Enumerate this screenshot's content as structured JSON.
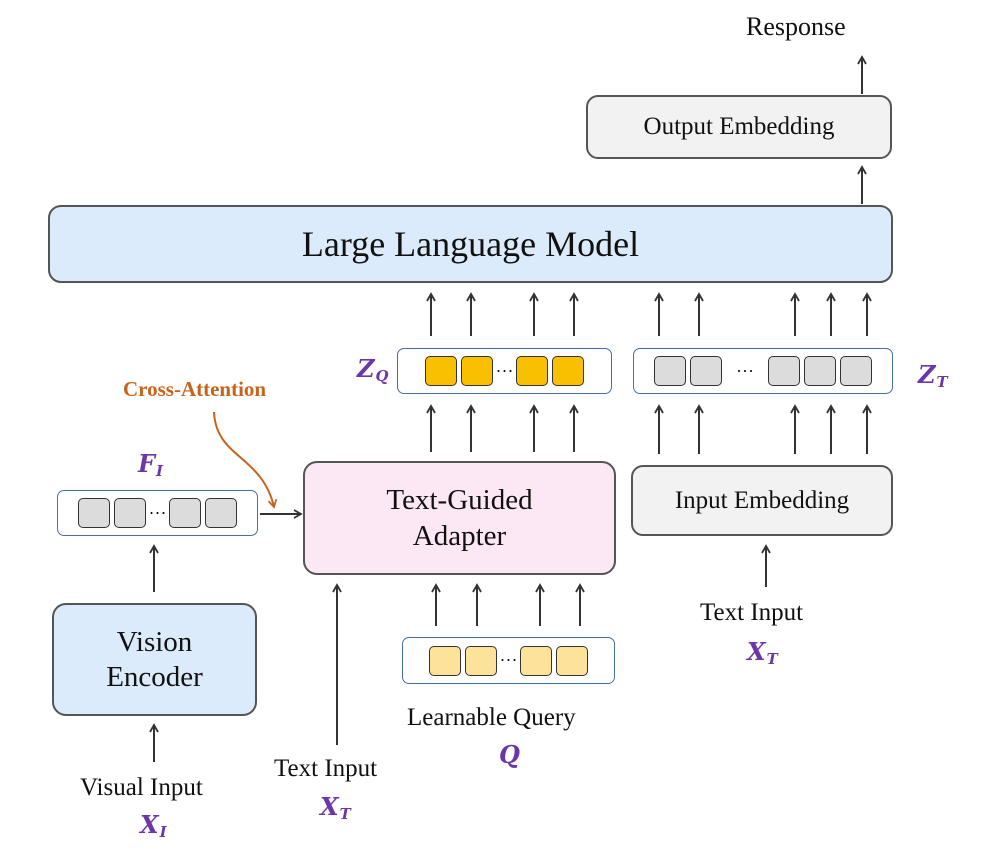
{
  "labels": {
    "response": "Response",
    "output_embedding": "Output Embedding",
    "llm": "Large Language Model",
    "vision_encoder_line1": "Vision",
    "vision_encoder_line2": "Encoder",
    "adapter_line1": "Text-Guided",
    "adapter_line2": "Adapter",
    "input_embedding": "Input Embedding",
    "cross_attention": "Cross-Attention",
    "visual_input": "Visual Input",
    "text_input_center": "Text Input",
    "text_input_right": "Text Input",
    "learnable_query": "Learnable Query",
    "ellipsis": "···"
  },
  "symbols": {
    "z_q": {
      "base": "Z",
      "sub": "Q"
    },
    "z_t": {
      "base": "Z",
      "sub": "T"
    },
    "f_i": {
      "base": "F",
      "sub": "I"
    },
    "x_i": {
      "base": "X",
      "sub": "I"
    },
    "x_t_center": {
      "base": "X",
      "sub": "T"
    },
    "x_t_right": {
      "base": "X",
      "sub": "T"
    },
    "q": {
      "base": "Q",
      "sub": ""
    }
  },
  "colors": {
    "llm_fill": "#dcebfb",
    "vision_fill": "#dcebfb",
    "adapter_fill": "#fce8f5",
    "embedding_fill": "#f2f2f2",
    "token_gray": "#dcdcdc",
    "token_gold": "#f8c000",
    "token_light_gold": "#fde29a",
    "container_border": "#4a6fa5",
    "symbol_purple": "#6a36a8",
    "cross_attention": "#c8631b",
    "arrow": "#333333"
  }
}
